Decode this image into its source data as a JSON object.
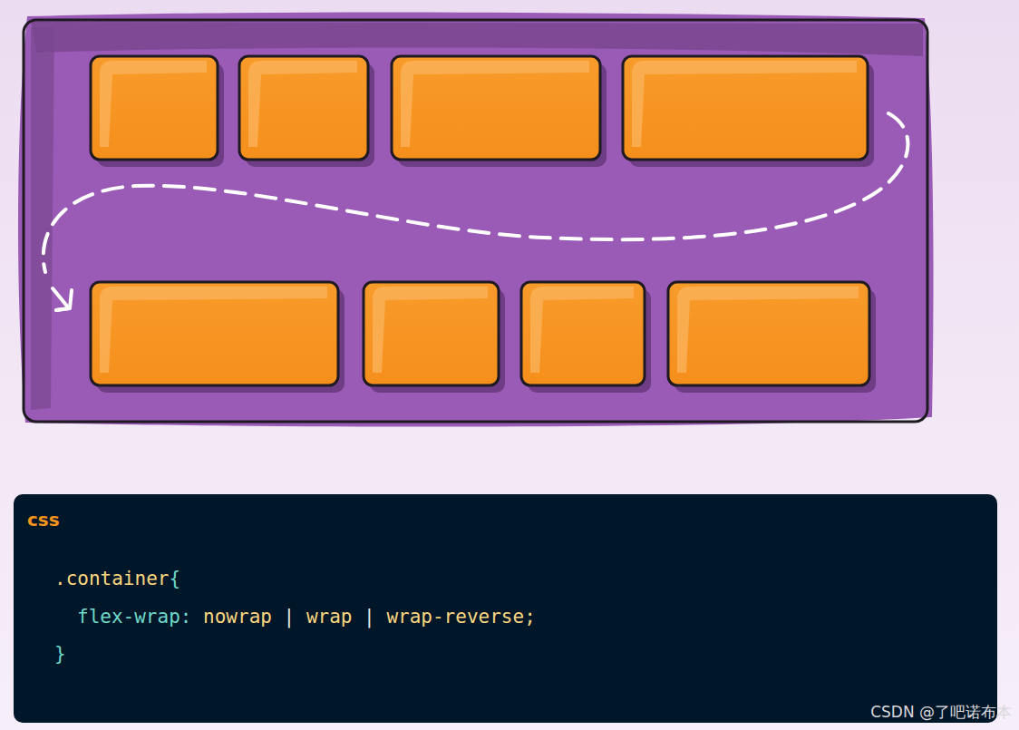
{
  "diagram": {
    "nodes": [
      {
        "text": [
          "css",
          ".container{",
          "flex-wrap: nowrap | wrap | wrap-reverse;",
          "}"
        ]
      }
    ],
    "labels": [
      "CSDN @了吧诺布本"
    ]
  }
}
